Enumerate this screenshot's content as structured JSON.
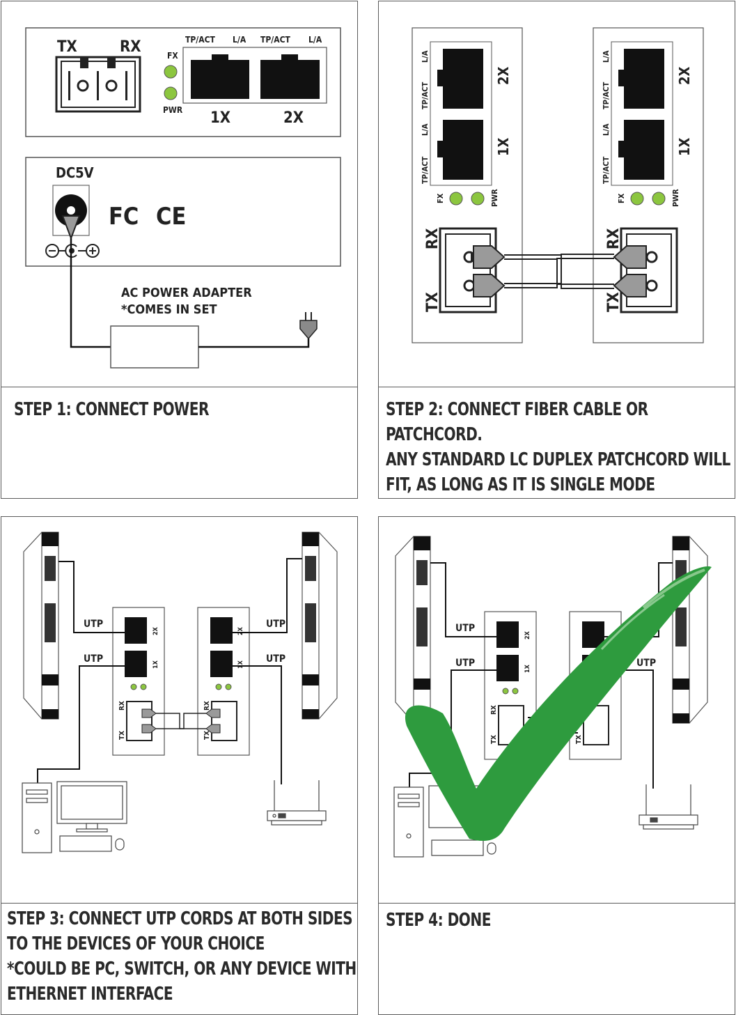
{
  "colors": {
    "led": "#8cc63f",
    "check": "#2e9b3e",
    "ink": "#222222",
    "gray": "#9a9a9a",
    "outline": "#5a5a5a"
  },
  "labels": {
    "tx": "TX",
    "rx": "RX",
    "fx": "FX",
    "pwr": "PWR",
    "tp_act": "TP/ACT",
    "la": "L/A",
    "port1": "1X",
    "port2": "2X",
    "dc5v": "DC5V",
    "fcc": "FC",
    "ce": "CE",
    "adapter_line1": "AC POWER ADAPTER",
    "adapter_line2": "*COMES IN SET",
    "utp": "UTP"
  },
  "steps": [
    {
      "caption": "STEP 1: CONNECT POWER"
    },
    {
      "caption": "STEP 2: CONNECT FIBER CABLE OR PATCHCORD.\nANY STANDARD LC DUPLEX PATCHCORD WILL\nFIT, AS LONG AS IT IS SINGLE MODE"
    },
    {
      "caption": "STEP 3: CONNECT UTP CORDS AT BOTH SIDES\nTO THE DEVICES OF YOUR CHOICE\n*COULD BE PC, SWITCH, OR ANY DEVICE WITH\nETHERNET INTERFACE"
    },
    {
      "caption": "STEP 4: DONE"
    }
  ],
  "icons": [
    "check-mark-icon",
    "dc-jack-icon",
    "polarity-icon",
    "plug-icon",
    "router-icon",
    "switch-icon",
    "computer-icon",
    "fiber-connector-icon",
    "rj45-port-icon",
    "led-icon"
  ]
}
